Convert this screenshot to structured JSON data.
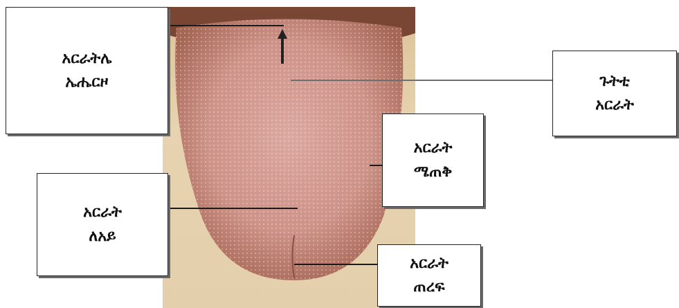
{
  "diagram": {
    "labels": [
      {
        "id": "back",
        "lines": [
          "አርራትሌ",
          "ኤሔርዞ"
        ]
      },
      {
        "id": "middle",
        "lines": [
          "ጉትቲ",
          "አርራት"
        ]
      },
      {
        "id": "side",
        "lines": [
          "አርራት",
          "ሜጠቅ"
        ]
      },
      {
        "id": "center",
        "lines": [
          "አርራት",
          "ለአይ"
        ]
      },
      {
        "id": "tip",
        "lines": [
          "አርራት",
          "ጠረፍ"
        ]
      }
    ],
    "colors": {
      "tongue_edge": "#a86a56",
      "tongue_body": "#d8a49a",
      "background_skin": "#dcc29a"
    }
  }
}
